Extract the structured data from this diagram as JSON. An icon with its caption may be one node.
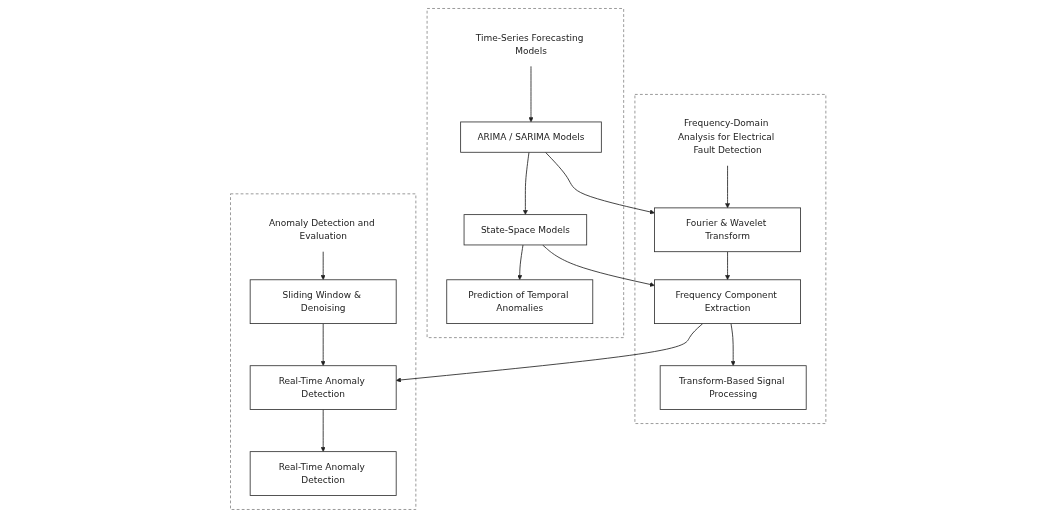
{
  "diagram": {
    "nodes": [
      {
        "text": [],
        "shape": "box"
      },
      {
        "text": [
          "Time-Series Forecasting Models"
        ],
        "in": 0
      },
      {
        "text": [
          "ARIMA / SARIMA Models"
        ],
        "in": 0
      },
      {
        "text": [
          "State-Space Models"
        ],
        "in": 0
      },
      {
        "text": [
          "Prediction of Temporal Anomalies"
        ],
        "in": 0
      },
      {
        "text": [],
        "shape": "box"
      },
      {
        "text": [
          "Frequency-Domain Analysis for Electrical Fault Detection"
        ],
        "in": 5
      },
      {
        "text": [
          "Fourier & Wavelet Transform"
        ],
        "in": 5
      },
      {
        "text": [
          "Frequency Component Extraction"
        ],
        "in": 5
      },
      {
        "text": [
          "Transform-Based Signal Processing"
        ],
        "in": 5
      },
      {
        "text": [],
        "shape": "box"
      },
      {
        "text": [
          "Anomaly Detection and Evaluation"
        ],
        "in": 10
      },
      {
        "text": [
          "Sliding Window & Denoising"
        ],
        "in": 10
      },
      {
        "text": [
          "Real-Time Anomaly Detection"
        ],
        "in": 10
      },
      {
        "text": [
          "Real-Time Anomaly Detection"
        ],
        "in": 10
      }
    ],
    "edges": [
      {
        "from": 1,
        "to": 2,
        "arrow": "to"
      },
      {
        "from": 2,
        "to": 3,
        "arrow": "to"
      },
      {
        "from": 3,
        "to": 4,
        "arrow": "to"
      },
      {
        "from": 2,
        "to": 7,
        "arrow": "to"
      },
      {
        "from": 3,
        "to": 8,
        "arrow": "to"
      },
      {
        "from": 6,
        "to": 7,
        "arrow": "to"
      },
      {
        "from": 7,
        "to": 8,
        "arrow": "to"
      },
      {
        "from": 8,
        "to": 9,
        "arrow": "to"
      },
      {
        "from": 8,
        "to": 13,
        "arrow": "to"
      },
      {
        "from": 11,
        "to": 12,
        "arrow": "to"
      },
      {
        "from": 12,
        "to": 13,
        "arrow": "to"
      },
      {
        "from": 13,
        "to": 14,
        "arrow": "to"
      }
    ]
  }
}
